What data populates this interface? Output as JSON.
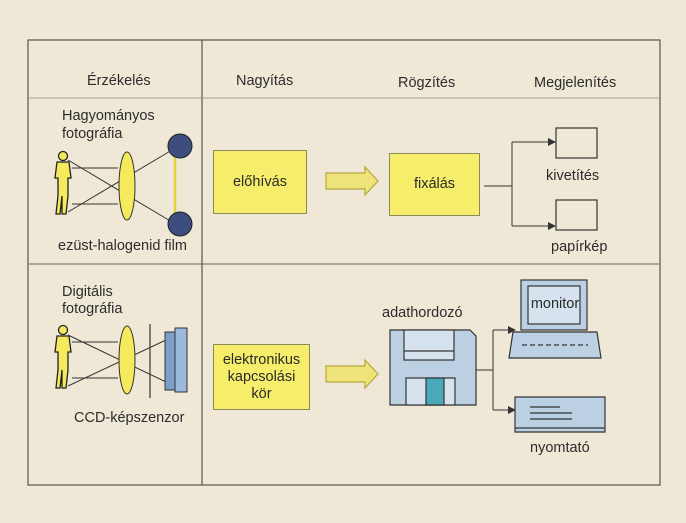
{
  "columns": {
    "sensing": "Érzékelés",
    "magnification": "Nagyítás",
    "recording": "Rögzítés",
    "display": "Megjelenítés"
  },
  "traditional": {
    "title_line1": "Hagyományos",
    "title_line2": "fotográfia",
    "medium": "ezüst-halogenid film",
    "process_box": "előhívás",
    "record_box": "fixálás",
    "output1": "kivetítés",
    "output2": "papírkép"
  },
  "digital": {
    "title_line1": "Digitális",
    "title_line2": "fotográfia",
    "sensor": "CCD-képszenzor",
    "process_box": "elektronikus\nkapcsolási\nkör",
    "storage": "adathordozó",
    "output1": "monitor",
    "output2": "nyomtató"
  },
  "colors": {
    "background": "#efe8d6",
    "box_fill": "#f6ee6a",
    "arrow": "#efe47a",
    "device": "#bcd0e4",
    "disk_slot": "#4aa9b8"
  },
  "icons": {
    "person": "person-silhouette-icon",
    "lens": "lens-icon",
    "film_reel": "film-reel-icon",
    "ccd": "ccd-sensor-icon",
    "floppy": "floppy-disk-icon",
    "monitor": "monitor-icon",
    "printer": "printer-icon"
  }
}
